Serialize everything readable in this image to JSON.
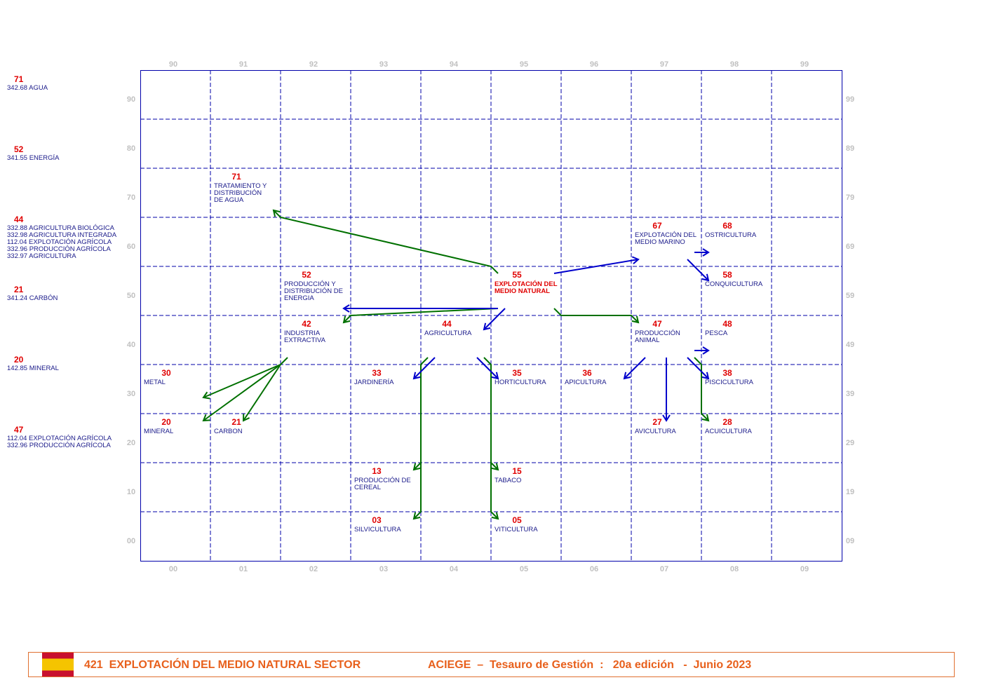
{
  "axes": {
    "top": [
      "90",
      "91",
      "92",
      "93",
      "94",
      "95",
      "96",
      "97",
      "98",
      "99"
    ],
    "bottom": [
      "00",
      "01",
      "02",
      "03",
      "04",
      "05",
      "06",
      "07",
      "08",
      "09"
    ],
    "left": [
      "90",
      "80",
      "70",
      "60",
      "50",
      "40",
      "30",
      "20",
      "10",
      "00"
    ],
    "right": [
      "99",
      "89",
      "79",
      "69",
      "59",
      "49",
      "39",
      "29",
      "19",
      "09"
    ]
  },
  "legend": [
    {
      "n": "71",
      "t": "342.68 AGUA"
    },
    {
      "n": "52",
      "t": "341.55 ENERGÍA"
    },
    {
      "n": "44",
      "t": "332.88 AGRICULTURA BIOLÓGICA\n332.98 AGRICULTURA INTEGRADA\n112.04 EXPLOTACIÓN AGRÍCOLA\n332.96 PRODUCCIÓN AGRÍCOLA\n332.97 AGRICULTURA"
    },
    {
      "n": "21",
      "t": "341.24 CARBÓN"
    },
    {
      "n": "20",
      "t": "142.85 MINERAL"
    },
    {
      "n": "47",
      "t": "112.04 EXPLOTACIÓN AGRÍCOLA\n332.96 PRODUCCIÓN AGRÍCOLA"
    }
  ],
  "nodes": {
    "n71": {
      "n": "71",
      "t": "TRATAMIENTO Y\nDISTRIBUCIÓN\nDE AGUA"
    },
    "n52": {
      "n": "52",
      "t": "PRODUCCIÓN Y\nDISTRIBUCIÓN DE\nENERGIA"
    },
    "n55": {
      "n": "55",
      "t": "EXPLOTACIÓN DEL\nMEDIO NATURAL"
    },
    "n67": {
      "n": "67",
      "t": "EXPLOTACIÓN DEL\nMEDIO MARINO"
    },
    "n68": {
      "n": "68",
      "t": "OSTRICULTURA"
    },
    "n58": {
      "n": "58",
      "t": "CONQUICULTURA"
    },
    "n42": {
      "n": "42",
      "t": "INDUSTRIA\nEXTRACTIVA"
    },
    "n44": {
      "n": "44",
      "t": "AGRICULTURA"
    },
    "n47": {
      "n": "47",
      "t": "PRODUCCIÓN\nANIMAL"
    },
    "n48": {
      "n": "48",
      "t": "PESCA"
    },
    "n30": {
      "n": "30",
      "t": "METAL"
    },
    "n33": {
      "n": "33",
      "t": "JARDINERÍA"
    },
    "n35": {
      "n": "35",
      "t": "HORTICULTURA"
    },
    "n36": {
      "n": "36",
      "t": "APICULTURA"
    },
    "n38": {
      "n": "38",
      "t": "PISCICULTURA"
    },
    "n20": {
      "n": "20",
      "t": "MINERAL"
    },
    "n21": {
      "n": "21",
      "t": "CARBON"
    },
    "n27": {
      "n": "27",
      "t": "AVICULTURA"
    },
    "n28": {
      "n": "28",
      "t": "ACUICULTURA"
    },
    "n13": {
      "n": "13",
      "t": "PRODUCCIÓN DE\nCEREAL"
    },
    "n15": {
      "n": "15",
      "t": "TABACO"
    },
    "n03": {
      "n": "03",
      "t": "SILVICULTURA"
    },
    "n05": {
      "n": "05",
      "t": "VITICULTURA"
    }
  },
  "footer": {
    "title": "421  EXPLOTACIÓN DEL MEDIO NATURAL SECTOR",
    "source": "ACIEGE  –  Tesauro de Gestión  :   20a edición   -  Junio 2023"
  },
  "colors": {
    "grid": "#0000aa",
    "green": "#007000",
    "blue": "#0000cc",
    "red": "#e00000",
    "orange": "#e8601c"
  }
}
